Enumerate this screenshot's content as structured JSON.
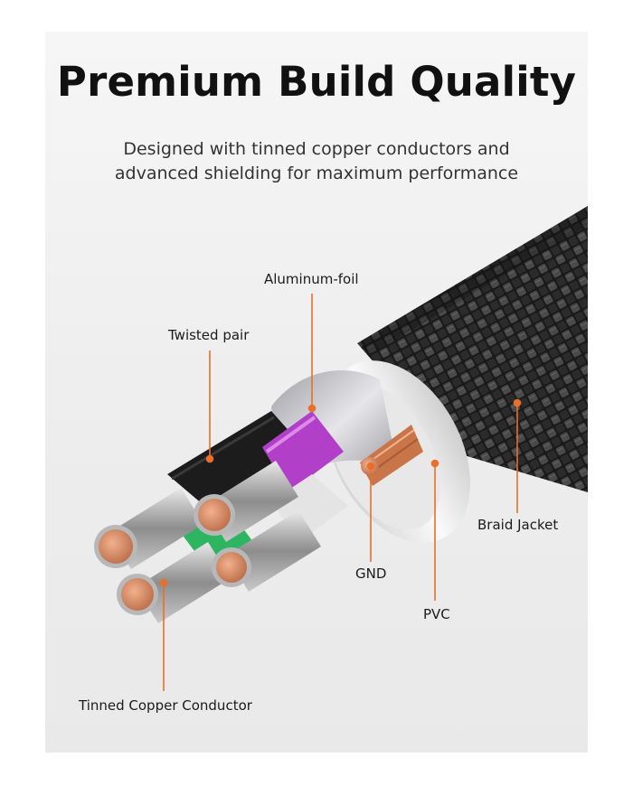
{
  "title": "Premium Build Quality",
  "subtitle": {
    "line1": "Designed with tinned copper conductors and",
    "line2": "advanced shielding for maximum performance"
  },
  "labels": {
    "aluminum_foil": "Aluminum-foil",
    "twisted_pair": "Twisted pair",
    "braid_jacket": "Braid Jacket",
    "gnd": "GND",
    "pvc": "PVC",
    "tinned_copper": "Tinned Copper Conductor"
  },
  "colors": {
    "accent": "#e8702a",
    "wire_purple": "#b23fc8",
    "wire_green": "#2db562",
    "wire_black": "#1c1c1c",
    "copper": "#d8825a"
  }
}
